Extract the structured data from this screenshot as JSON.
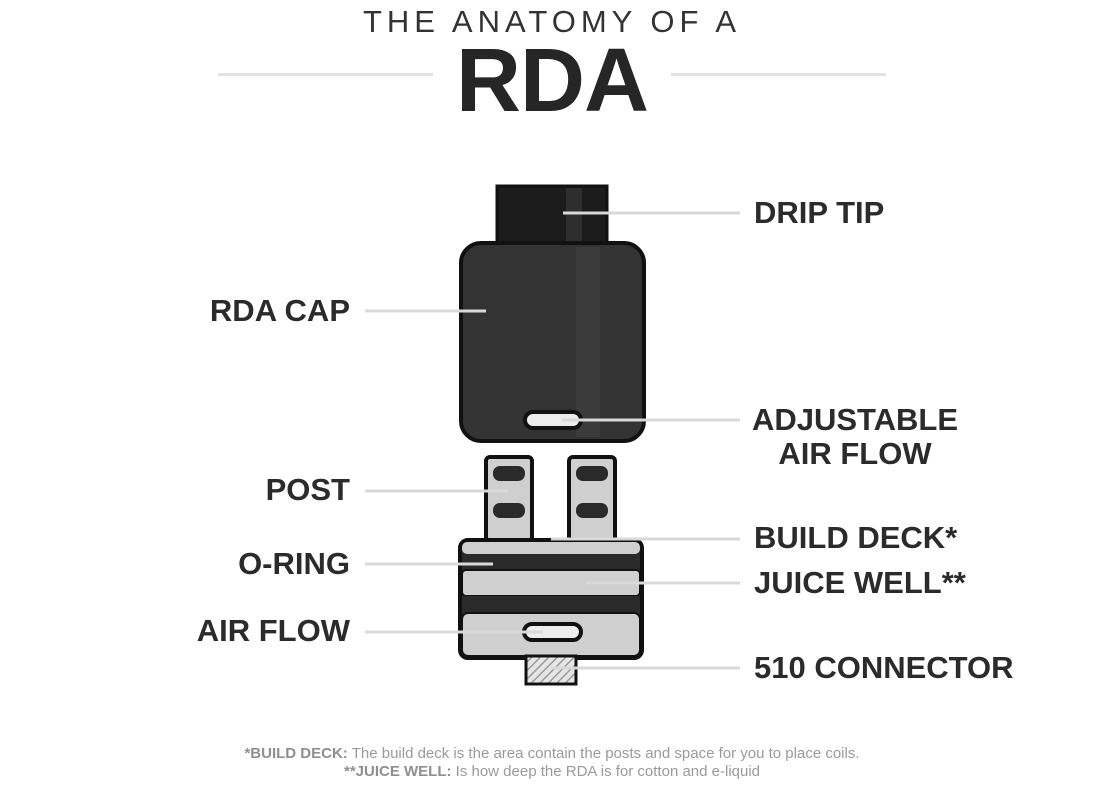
{
  "title": {
    "kicker": "THE ANATOMY OF A",
    "main": "RDA"
  },
  "labels": {
    "drip_tip": "DRIP TIP",
    "rda_cap": "RDA CAP",
    "adjustable_air_flow_line1": "ADJUSTABLE",
    "adjustable_air_flow_line2": "AIR FLOW",
    "post": "POST",
    "build_deck": "BUILD DECK*",
    "o_ring": "O-RING",
    "juice_well": "JUICE WELL**",
    "air_flow": "AIR FLOW",
    "connector_510": "510 CONNECTOR"
  },
  "footnotes": {
    "build_deck_term": "*BUILD DECK:",
    "build_deck_text": " The build deck is the area contain the posts and space for you to place coils.",
    "juice_well_term": "**JUICE WELL:",
    "juice_well_text": " Is how deep the RDA is for cotton and e-liquid"
  },
  "colors": {
    "outline": "#111111",
    "cap_body": "#333333",
    "drip_tip": "#1c1c1c",
    "metal": "#cfcfcf",
    "o_ring": "#2a2a2a",
    "leader_line": "#d9d9d9",
    "rule": "#e2e2e2"
  }
}
